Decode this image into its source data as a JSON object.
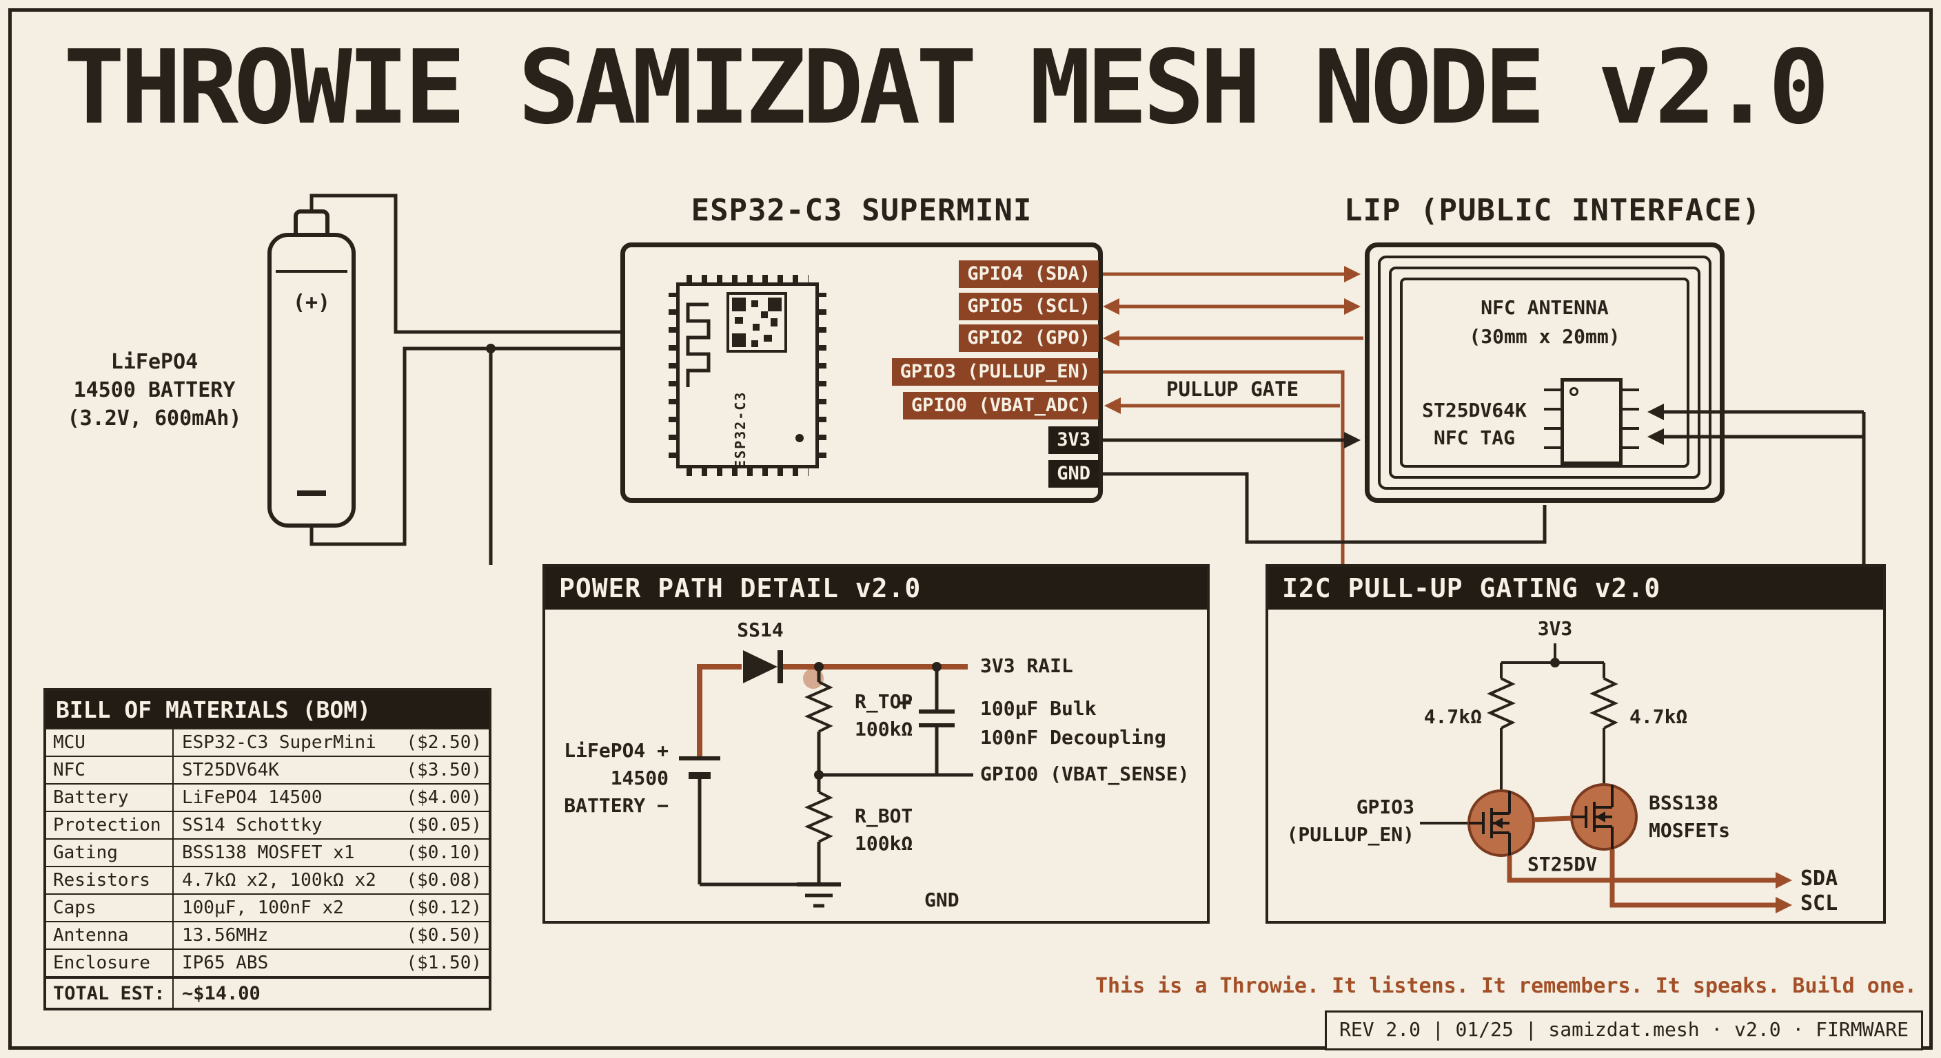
{
  "title": "THROWIE SAMIZDAT MESH NODE v2.0",
  "battery": {
    "plus_label": "(+)",
    "name_lines": [
      "LiFePO4",
      "14500 BATTERY",
      "(3.2V, 600mAh)"
    ]
  },
  "esp32": {
    "heading": "ESP32-C3 SUPERMINI",
    "chip_label": "ESP32-C3",
    "pins": [
      {
        "label": "GPIO4 (SDA)"
      },
      {
        "label": "GPIO5 (SCL)"
      },
      {
        "label": "GPIO2 (GPO)"
      },
      {
        "label": "GPIO3 (PULLUP_EN)"
      },
      {
        "label": "GPIO0 (VBAT_ADC)"
      },
      {
        "label": "3V3"
      },
      {
        "label": "GND"
      }
    ],
    "pullup_gate_label": "PULLUP GATE"
  },
  "lip": {
    "heading": "LIP (PUBLIC INTERFACE)",
    "antenna_name": "NFC ANTENNA",
    "antenna_size": "(30mm x 20mm)",
    "tag_name": "ST25DV64K",
    "tag_type": "NFC TAG"
  },
  "power_panel": {
    "heading": "POWER PATH DETAIL v2.0",
    "diode_label": "SS14",
    "rail_label": "3V3 RAIL",
    "battery_lines": [
      "LiFePO4 +",
      "14500",
      "BATTERY −"
    ],
    "r_top_name": "R_TOP",
    "r_top_value": "100kΩ",
    "r_bot_name": "R_BOT",
    "r_bot_value": "100kΩ",
    "cap_plus": "+",
    "cap_line1": "100μF Bulk",
    "cap_line2": "100nF Decoupling",
    "sense_label": "GPIO0 (VBAT_SENSE)",
    "gnd_label": "GND"
  },
  "i2c_panel": {
    "heading": "I2C PULL-UP GATING v2.0",
    "rail_label": "3V3",
    "r_left_value": "4.7kΩ",
    "r_right_value": "4.7kΩ",
    "gpio_line1": "GPIO3",
    "gpio_line2": "(PULLUP_EN)",
    "tag_label": "ST25DV",
    "mosfet_line1": "BSS138",
    "mosfet_line2": "MOSFETs",
    "sda_label": "SDA",
    "scl_label": "SCL"
  },
  "bom": {
    "heading": "BILL OF MATERIALS (BOM)",
    "rows": [
      {
        "category": "MCU",
        "part": "ESP32-C3 SuperMini",
        "price": "($2.50)"
      },
      {
        "category": "NFC",
        "part": "ST25DV64K",
        "price": "($3.50)"
      },
      {
        "category": "Battery",
        "part": "LiFePO4 14500",
        "price": "($4.00)"
      },
      {
        "category": "Protection",
        "part": "SS14 Schottky",
        "price": "($0.05)"
      },
      {
        "category": "Gating",
        "part": "BSS138 MOSFET x1",
        "price": "($0.10)"
      },
      {
        "category": "Resistors",
        "part": "4.7kΩ x2, 100kΩ x2",
        "price": "($0.08)"
      },
      {
        "category": "Caps",
        "part": "100μF, 100nF x2",
        "price": "($0.12)"
      },
      {
        "category": "Antenna",
        "part": "13.56MHz",
        "price": "($0.50)"
      },
      {
        "category": "Enclosure",
        "part": "IP65 ABS",
        "price": "($1.50)"
      }
    ],
    "total_label": "TOTAL EST:",
    "total_value": "~$14.00"
  },
  "tagline": "This is a Throwie. It listens. It remembers. It speaks. Build one.",
  "footer": "REV 2.0 | 01/25 | samizdat.mesh · v2.0 · FIRMWARE",
  "colors": {
    "background": "#f4efe2",
    "ink": "#29221a",
    "accent": "#9c4e2a"
  }
}
